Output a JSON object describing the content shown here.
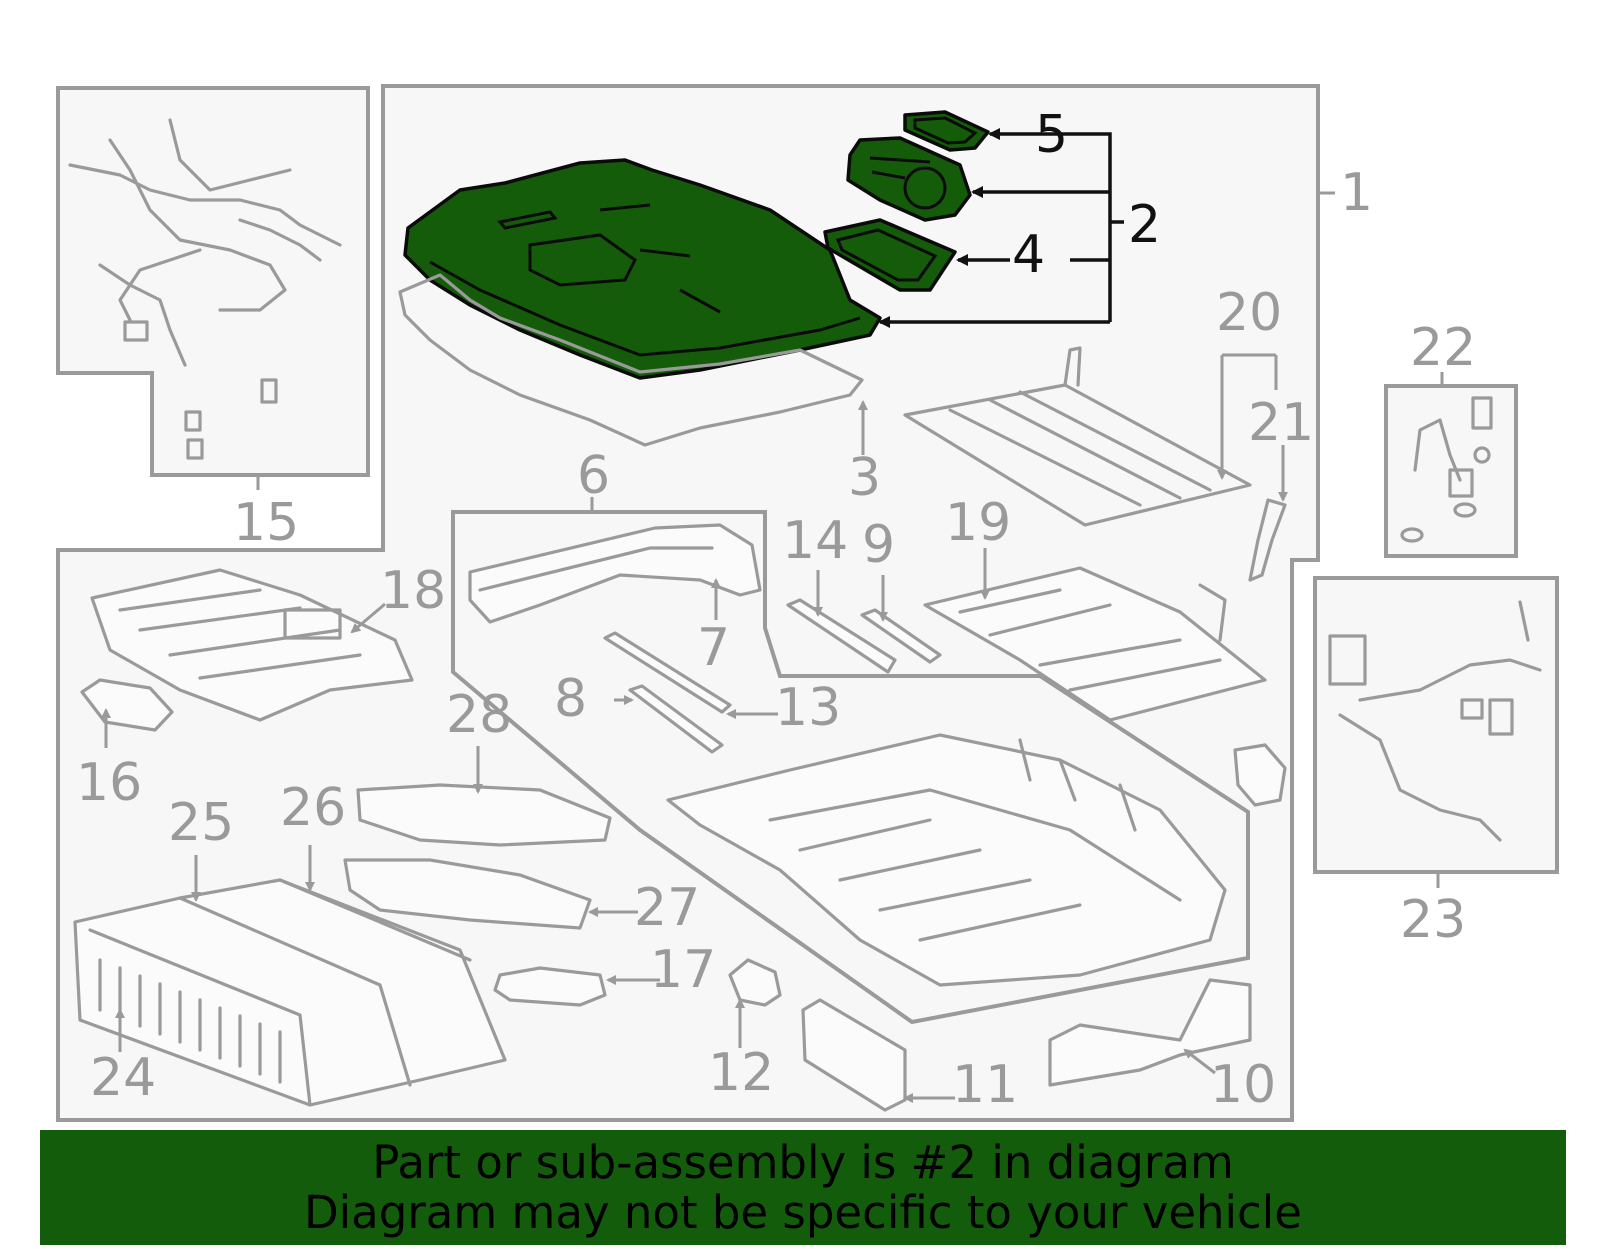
{
  "highlight_color": "#135c0c",
  "labels": {
    "l1": "1",
    "l2": "2",
    "l3": "3",
    "l4": "4",
    "l5": "5",
    "l6": "6",
    "l7": "7",
    "l8": "8",
    "l9": "9",
    "l10": "10",
    "l11": "11",
    "l12": "12",
    "l13": "13",
    "l14": "14",
    "l15": "15",
    "l16": "16",
    "l17": "17",
    "l18": "18",
    "l19": "19",
    "l20": "20",
    "l21": "21",
    "l22": "22",
    "l23": "23",
    "l24": "24",
    "l25": "25",
    "l26": "26",
    "l27": "27",
    "l28": "28"
  },
  "banner": {
    "line1": "Part or sub-assembly is #2 in diagram",
    "line2": "Diagram may not be specific to your vehicle"
  }
}
